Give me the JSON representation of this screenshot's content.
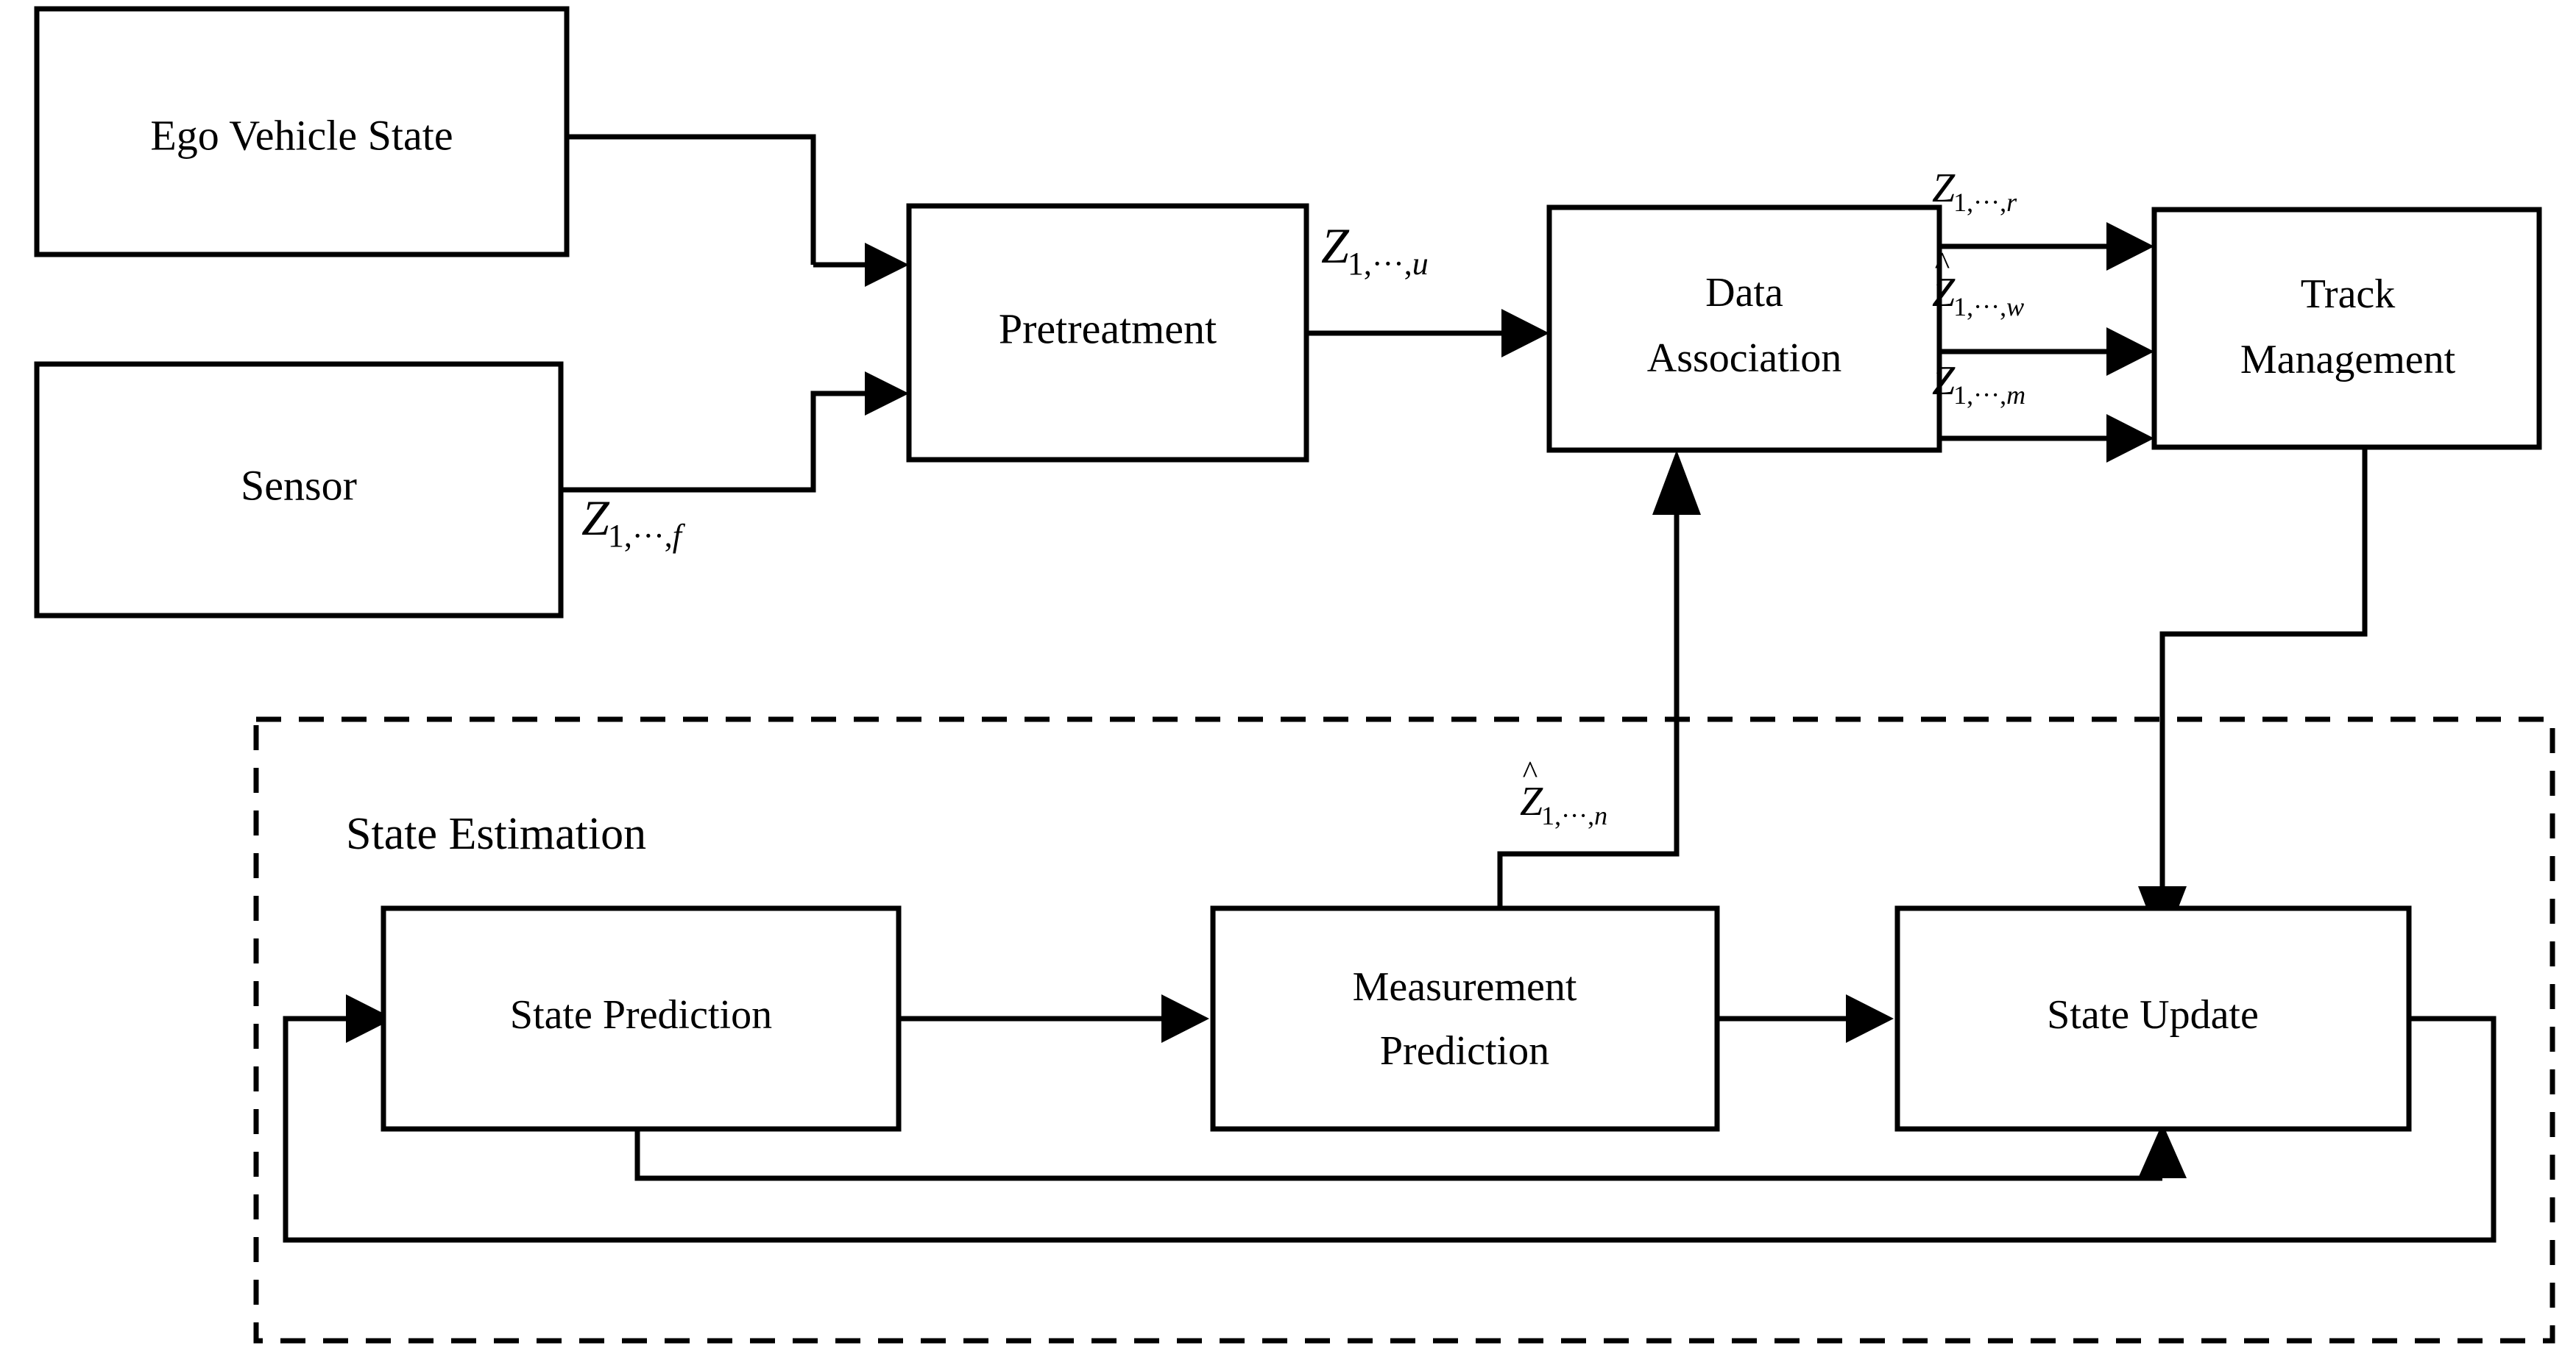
{
  "diagram": {
    "title": "Multi-sensor target tracking architecture flowchart",
    "stroke_color": "#000000",
    "background_color": "#ffffff",
    "boxes": [
      {
        "id": "ego-vehicle-state",
        "label": "Ego Vehicle State"
      },
      {
        "id": "sensor",
        "label": "Sensor"
      },
      {
        "id": "pretreatment",
        "label": "Pretreatment"
      },
      {
        "id": "data-association",
        "label_line1": "Data",
        "label_line2": "Association"
      },
      {
        "id": "track-management",
        "label_line1": "Track",
        "label_line2": "Management"
      },
      {
        "id": "state-prediction",
        "label": "State Prediction"
      },
      {
        "id": "measurement-prediction",
        "label_line1": "Measurement",
        "label_line2": "Prediction"
      },
      {
        "id": "state-update",
        "label": "State Update"
      }
    ],
    "group": {
      "id": "state-estimation",
      "title": "State Estimation",
      "border_style": "dashed"
    },
    "edge_labels": [
      {
        "id": "sensor-to-pretreatment",
        "base": "Z",
        "hat": false,
        "subscript_prefix": "1,···,",
        "subscript_index": "f"
      },
      {
        "id": "pretreatment-to-association",
        "base": "Z",
        "hat": false,
        "subscript_prefix": "1,···,",
        "subscript_index": "u"
      },
      {
        "id": "association-to-track-top",
        "base": "Z",
        "hat": false,
        "subscript_prefix": "1,···,",
        "subscript_index": "r"
      },
      {
        "id": "association-to-track-mid",
        "base": "Z",
        "hat": true,
        "subscript_prefix": "1,···,",
        "subscript_index": "w"
      },
      {
        "id": "association-to-track-bottom",
        "base": "Z",
        "hat": false,
        "subscript_prefix": "1,···,",
        "subscript_index": "m"
      },
      {
        "id": "measurement-prediction-to-association",
        "base": "Z",
        "hat": true,
        "subscript_prefix": "1,···,",
        "subscript_index": "n"
      }
    ]
  }
}
